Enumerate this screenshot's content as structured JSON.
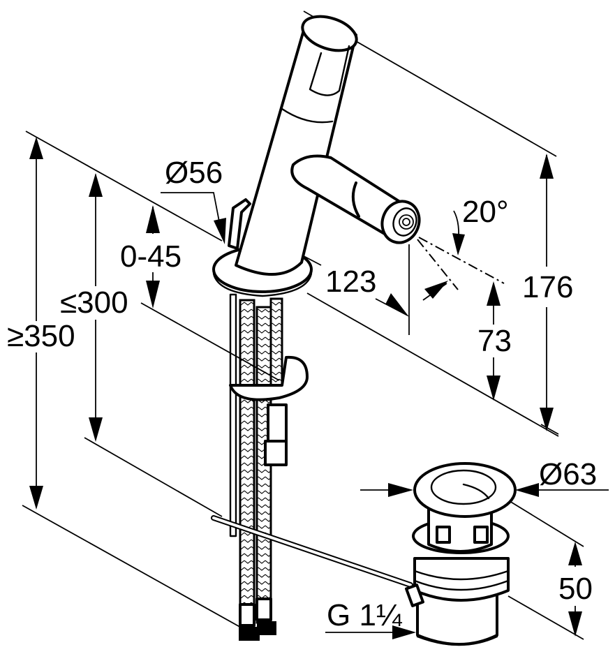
{
  "drawing": {
    "subject": "Bidet mixer with pop-up waste",
    "colors": {
      "line": "#000000",
      "background": "#ffffff"
    },
    "dimensions": {
      "deck_hole_diameter": "Ø56",
      "deck_thickness_range": "0-45",
      "hose_length_max": "≤300",
      "hose_length_min": "≥350",
      "spout_reach": "123",
      "jet_angle": "20°",
      "spout_height": "73",
      "total_height": "176",
      "waste_flange_diameter": "Ø63",
      "waste_height": "50",
      "waste_thread": "G 1¼"
    }
  }
}
